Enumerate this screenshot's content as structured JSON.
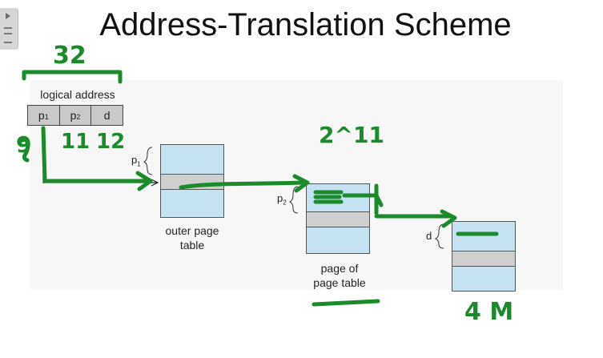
{
  "slide": {
    "title": "Address-Translation Scheme"
  },
  "diagram": {
    "logical_address_label": "logical address",
    "fields": [
      {
        "main": "p",
        "sub": "1"
      },
      {
        "main": "p",
        "sub": "2"
      },
      {
        "main": "d",
        "sub": ""
      }
    ],
    "outer_table_label_line1": "outer page",
    "outer_table_label_line2": "table",
    "page_of_table_label_line1": "page of",
    "page_of_table_label_line2": "page table",
    "p1_marker": {
      "main": "p",
      "sub": "1"
    },
    "p2_marker": {
      "main": "p",
      "sub": "2"
    },
    "d_marker": "d"
  },
  "annotations": {
    "total_bits": "32",
    "p1_bits": "9",
    "p2_bits": "11",
    "d_bits": "12",
    "page_table_size": "2^11",
    "memory_size": "4 M",
    "ink_color": "#1a8a2a"
  }
}
